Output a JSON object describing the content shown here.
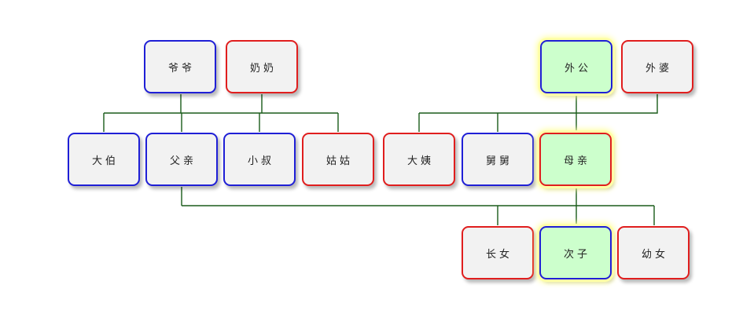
{
  "colors": {
    "male_border": "#1f1fd6",
    "female_border": "#e01e1e",
    "node_fill": "#f2f2f2",
    "highlight_fill": "#ccffcc",
    "highlight_glow": "#ffff99",
    "connector": "#1a5c1a"
  },
  "nodes": {
    "paternal_grandfather": {
      "label": "爷爷",
      "gender": "male"
    },
    "paternal_grandmother": {
      "label": "奶奶",
      "gender": "female"
    },
    "maternal_grandfather": {
      "label": "外公",
      "gender": "male",
      "highlighted": true
    },
    "maternal_grandmother": {
      "label": "外婆",
      "gender": "female"
    },
    "eldest_uncle": {
      "label": "大伯",
      "gender": "male"
    },
    "father": {
      "label": "父亲",
      "gender": "male"
    },
    "youngest_uncle": {
      "label": "小叔",
      "gender": "male"
    },
    "paternal_aunt": {
      "label": "姑姑",
      "gender": "female"
    },
    "maternal_aunt": {
      "label": "大姨",
      "gender": "female"
    },
    "maternal_uncle": {
      "label": "舅舅",
      "gender": "male"
    },
    "mother": {
      "label": "母亲",
      "gender": "female",
      "highlighted": true
    },
    "eldest_daughter": {
      "label": "长女",
      "gender": "female"
    },
    "second_son": {
      "label": "次子",
      "gender": "male",
      "highlighted": true
    },
    "youngest_daughter": {
      "label": "幼女",
      "gender": "female"
    }
  }
}
